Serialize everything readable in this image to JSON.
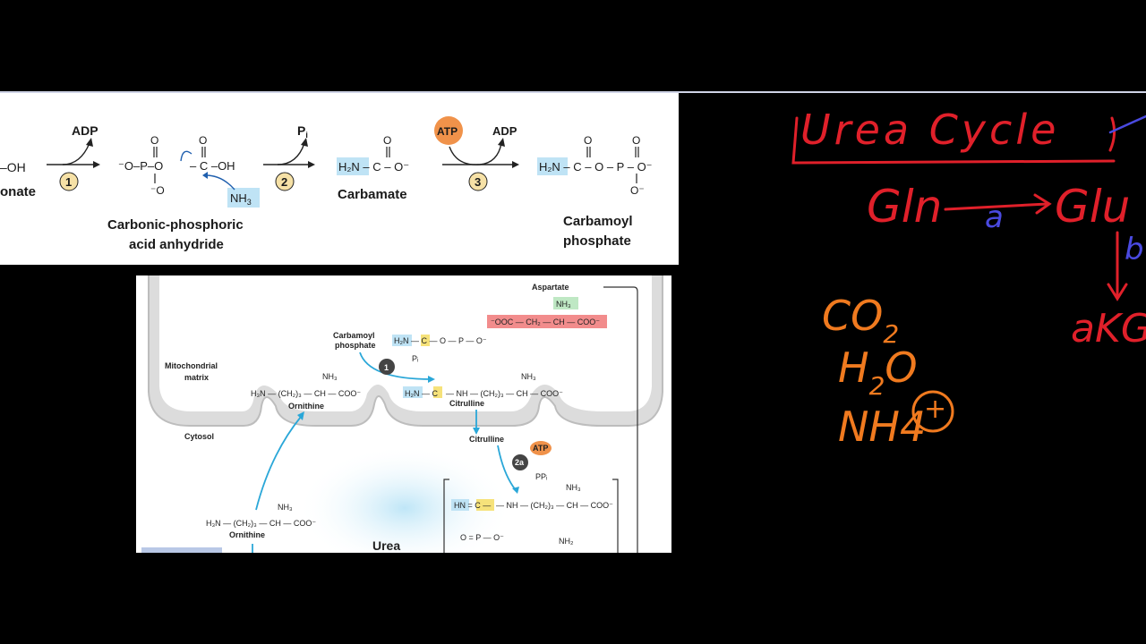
{
  "reaction": {
    "bicarbonate_oh": "–OH",
    "bicarbonate_name_fragment": "onate",
    "step1_byproduct": "ADP",
    "step1_num": "1",
    "anhydride_name_line1": "Carbonic-phosphoric",
    "anhydride_name_line2": "acid anhydride",
    "nh3": "NH",
    "nh3_sub": "3",
    "step2_byproduct": "P",
    "step2_byproduct_sub": "i",
    "step2_num": "2",
    "carbamate_name": "Carbamate",
    "atp": "ATP",
    "step3_byproduct": "ADP",
    "step3_num": "3",
    "product_line1": "Carbamoyl",
    "product_line2": "phosphate"
  },
  "cycle": {
    "aspartate": "Aspartate",
    "aspartate_formula": "⁻OOC — CH₂ — CH — COO⁻",
    "carbamoyl_phosphate_l1": "Carbamoyl",
    "carbamoyl_phosphate_l2": "phosphate",
    "step1": "1",
    "pi": "Pᵢ",
    "mito_l1": "Mitochondrial",
    "mito_l2": "matrix",
    "ornithine_formula": "H₃N — (CH₂)₃ — CH — COO⁻",
    "ornithine": "Ornithine",
    "citrulline_formula": "— NH — (CH₂)₃ — CH — COO⁻",
    "citrulline": "Citrulline",
    "cytosol": "Cytosol",
    "citrulline2": "Citrulline",
    "atp": "ATP",
    "step2a": "2a",
    "ppi": "PPᵢ",
    "intermediate_formula": "— NH — (CH₂)₃ — CH — COO⁻",
    "ornithine2_formula": "H₃N — (CH₂)₃ — CH — COO⁻",
    "ornithine2": "Ornithine",
    "urea": "Urea"
  },
  "handwriting": {
    "title": "Urea Cycle",
    "gln": "Gln",
    "arrow_label_a": "a",
    "glu": "Glu",
    "arrow_label_b": "b",
    "co2": "CO",
    "co2_sub": "2",
    "h2o_h": "H",
    "h2o_sub": "2",
    "h2o_o": "O",
    "nh4": "NH4",
    "plus": "+",
    "akg": "aKG"
  },
  "colors": {
    "red_ink": "#e0202a",
    "orange_ink": "#f07a1f",
    "blue_ink": "#4a4ae0",
    "diagram_arrow": "#2aa7d8",
    "atp_badge": "#f0924a",
    "highlight_blue": "#bfe3f5",
    "highlight_yellow": "#f6e27a"
  }
}
